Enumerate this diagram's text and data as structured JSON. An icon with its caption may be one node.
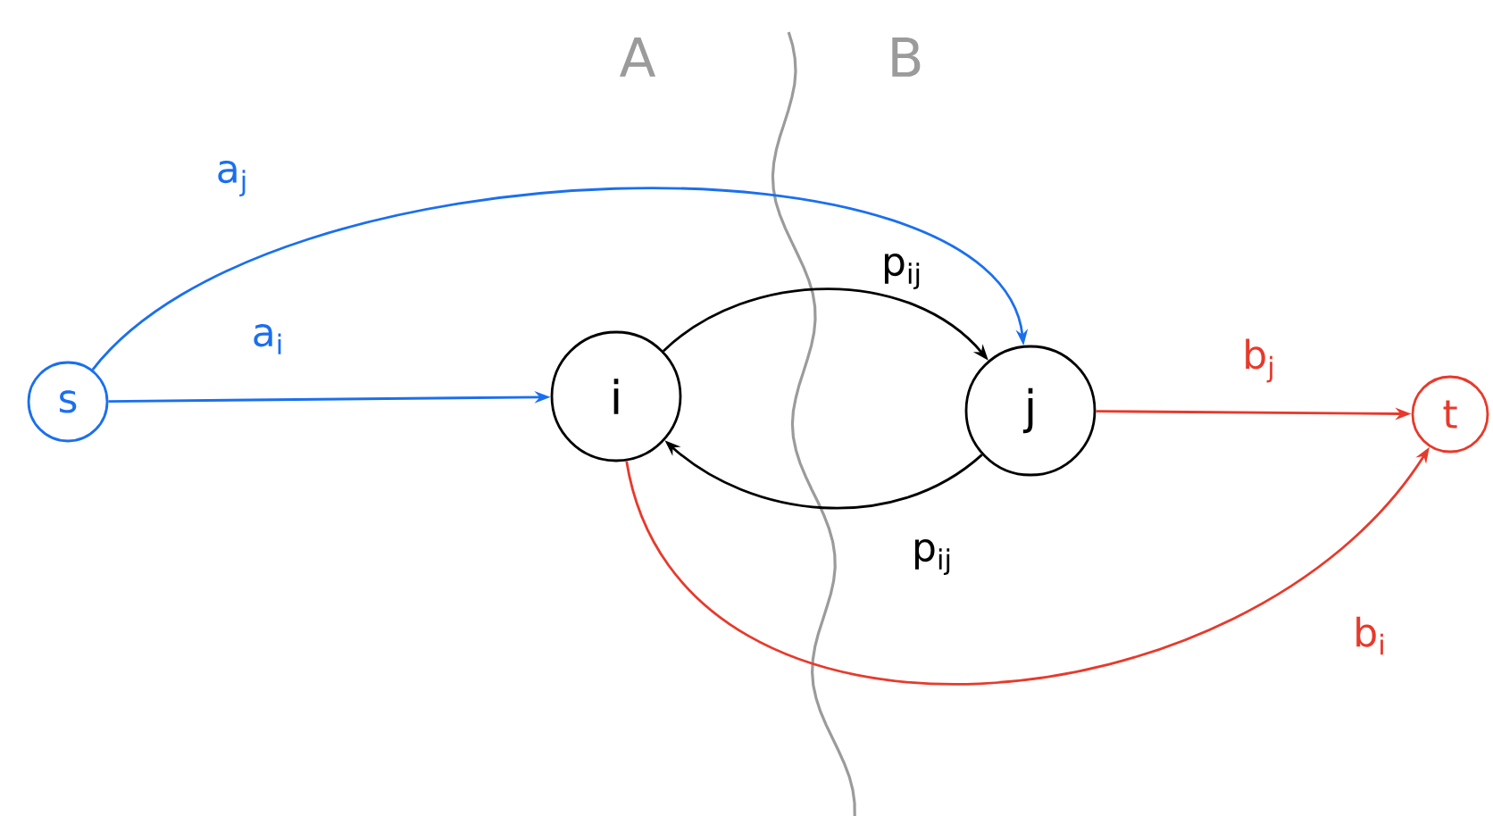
{
  "diagram": {
    "nodes": [
      {
        "text": [
          "s"
        ]
      },
      {
        "text": [
          "i"
        ]
      },
      {
        "text": [
          "j"
        ]
      },
      {
        "text": [
          "t"
        ]
      }
    ],
    "edges": [
      {
        "from": 0,
        "to": 1,
        "arrow": "to",
        "label": "a$_{i}$",
        "color": "#1a6fef"
      },
      {
        "from": 0,
        "to": 2,
        "arrow": "to",
        "label": "a$_{j}$",
        "color": "#1a6fef"
      },
      {
        "from": 1,
        "to": 2,
        "arrow": "to",
        "label": "p$_{ij}$",
        "color": "#000000"
      },
      {
        "from": 2,
        "to": 1,
        "arrow": "to",
        "label": "p$_{ij}$",
        "color": "#000000"
      },
      {
        "from": 2,
        "to": 3,
        "arrow": "to",
        "label": "b$_{j}$",
        "color": "#e8392b"
      },
      {
        "from": 1,
        "to": 3,
        "arrow": "to",
        "label": "b$_{i}$",
        "color": "#e8392b"
      }
    ],
    "labels": [
      "A",
      "B"
    ]
  }
}
